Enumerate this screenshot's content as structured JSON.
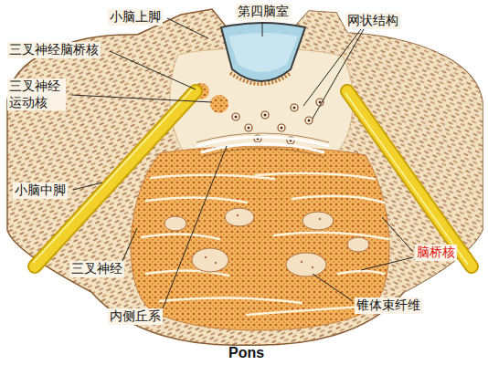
{
  "diagram": {
    "caption": "Pons",
    "labels": [
      "小脑上脚",
      "第四脑室",
      "网状结构",
      "三叉神经脑桥核",
      "三叉神经 运动核",
      "小脑中脚",
      "三叉神经",
      "内侧丘系",
      "脑桥核",
      "锥体束纤维"
    ]
  }
}
